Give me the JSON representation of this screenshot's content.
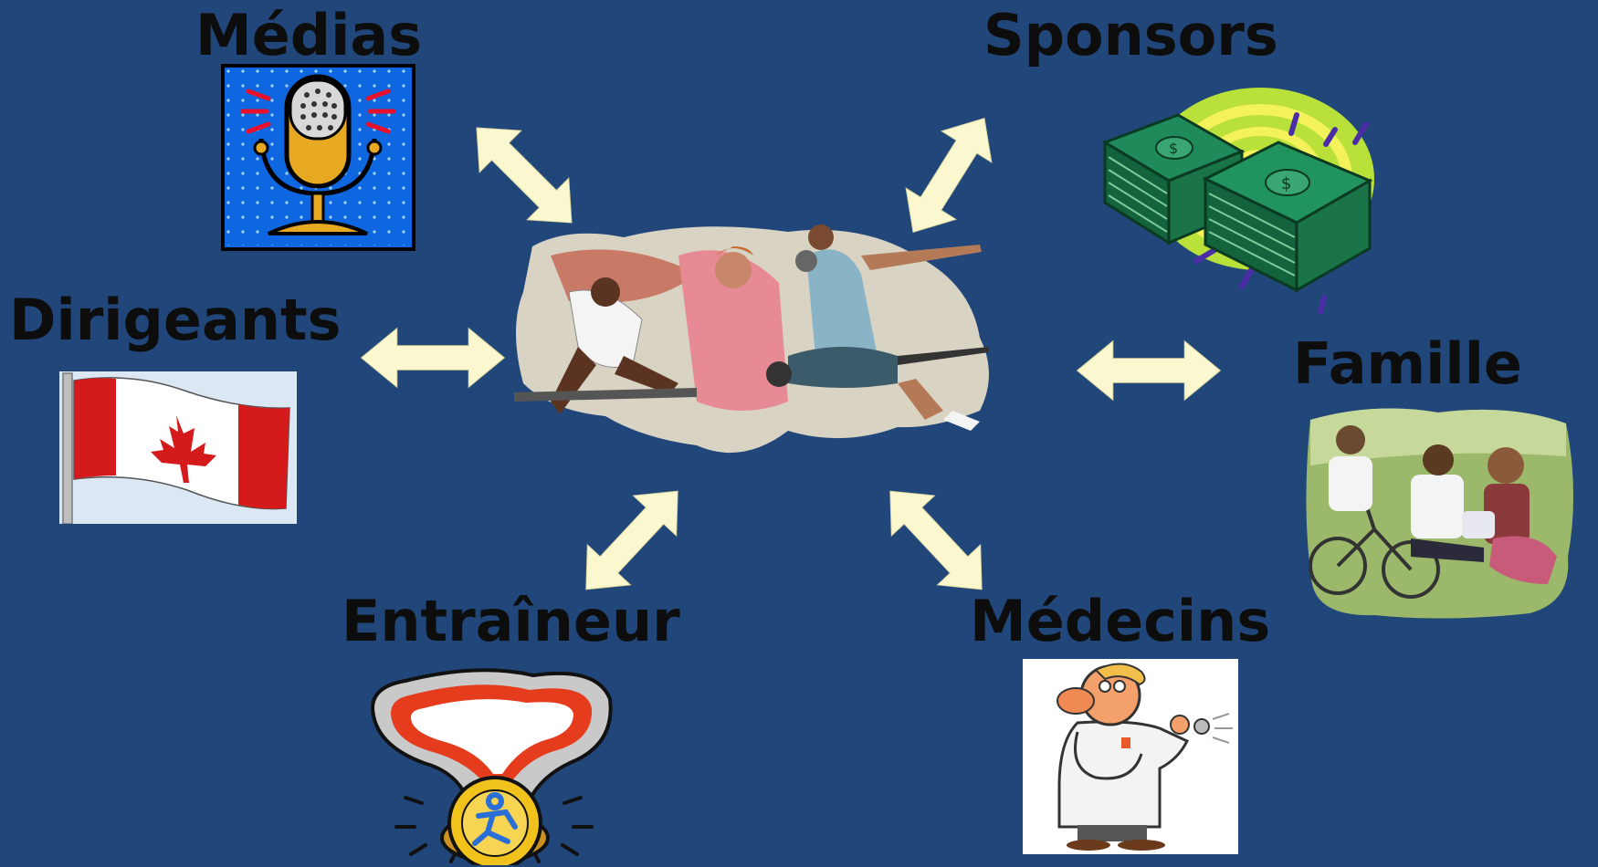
{
  "nodes": {
    "medias": {
      "label": "Médias"
    },
    "sponsors": {
      "label": "Sponsors"
    },
    "dirigeants": {
      "label": "Dirigeants"
    },
    "famille": {
      "label": "Famille"
    },
    "entraineur": {
      "label": "Entraîneur"
    },
    "medecins": {
      "label": "Médecins"
    }
  },
  "colors": {
    "background": "#21477a",
    "arrow": "#fbf8d0",
    "label": "#0d0d0d"
  },
  "icons": {
    "center": "athletes-collage-icon",
    "medias": "microphone-icon",
    "sponsors": "money-stack-icon",
    "dirigeants": "canada-flag-icon",
    "famille": "family-photo-icon",
    "entraineur": "medal-icon",
    "medecins": "doctor-icon"
  }
}
